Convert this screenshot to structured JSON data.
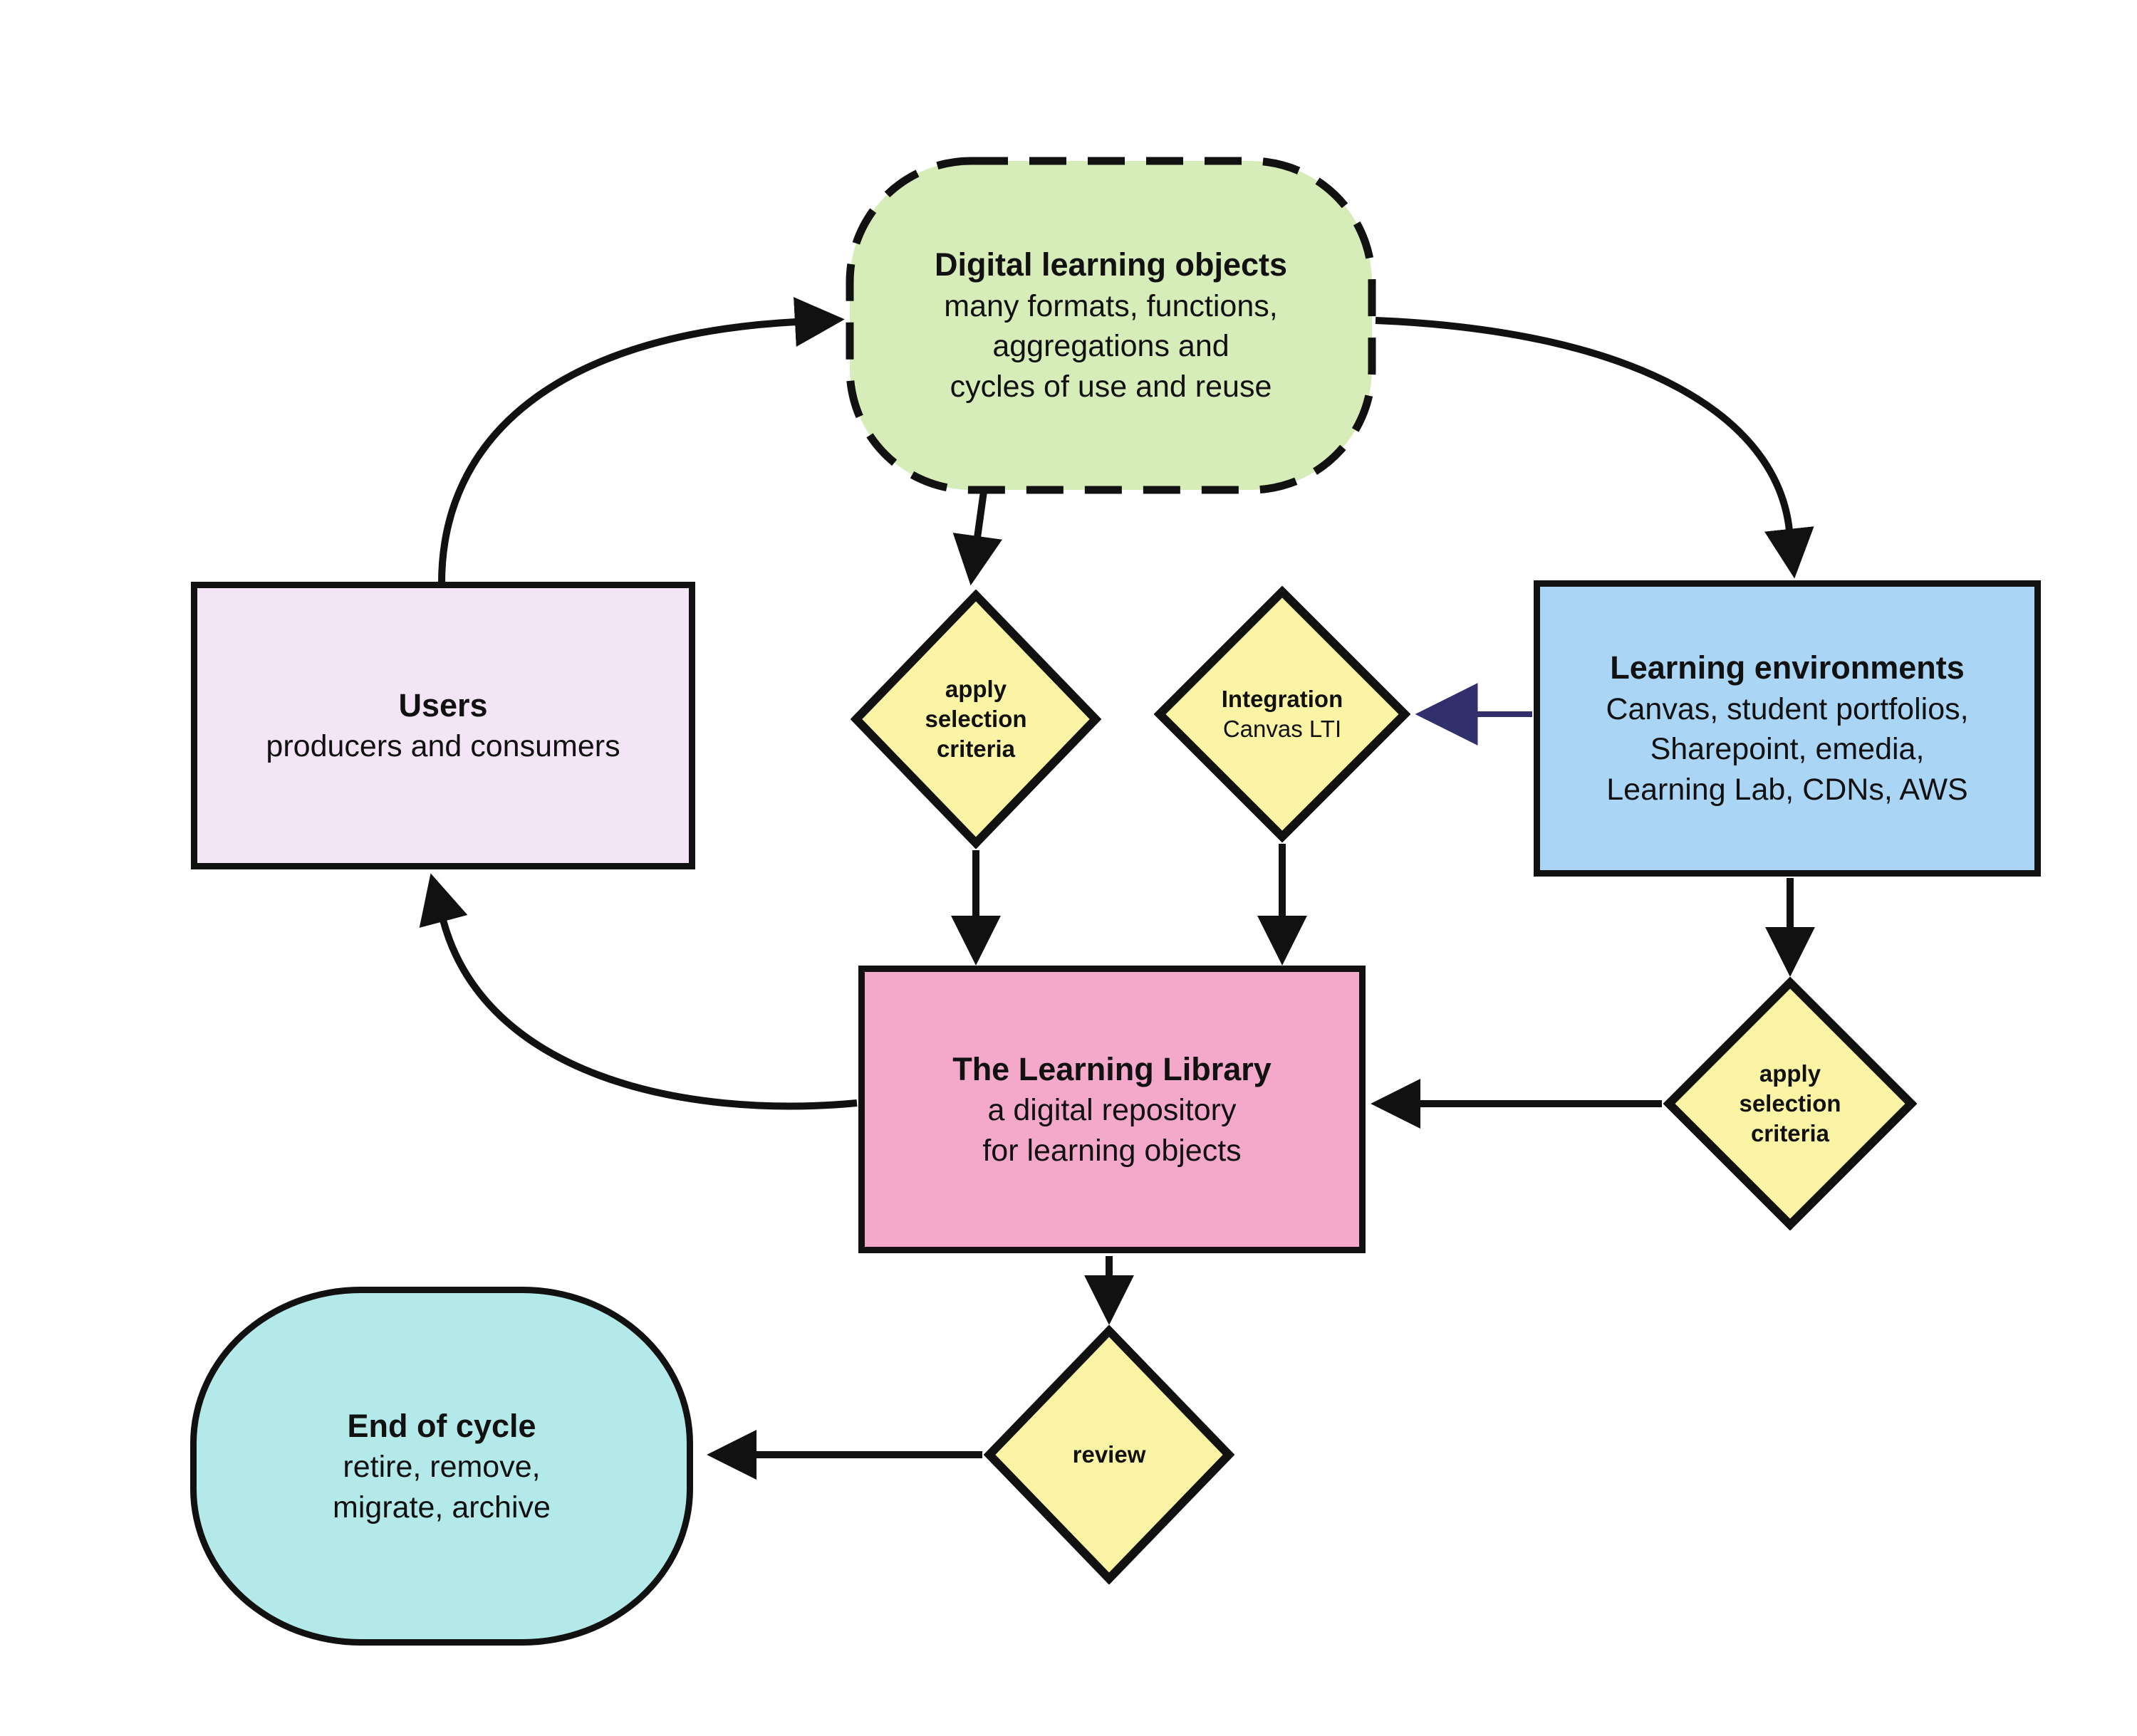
{
  "colors": {
    "background": "#ffffff",
    "outline": "#111111",
    "arrow": "#111111",
    "integration_arrow": "#31306d",
    "green_fill": "#d7edb9",
    "lavender_fill": "#f3e4f6",
    "blue_fill": "#aad5f4",
    "pink_fill": "#f5a9ca",
    "yellow_fill": "#faf4a4",
    "cyan_fill": "#b3eae9"
  },
  "nodes": {
    "digital_learning_objects": {
      "title": "Digital learning objects",
      "lines": [
        "many formats, functions,",
        "aggregations and",
        "cycles of use and reuse"
      ]
    },
    "users": {
      "title": "Users",
      "lines": [
        "producers and consumers"
      ]
    },
    "learning_environments": {
      "title": "Learning environments",
      "lines": [
        "Canvas, student portfolios,",
        "Sharepoint, emedia,",
        "Learning Lab, CDNs, AWS"
      ]
    },
    "learning_library": {
      "title": "The Learning Library",
      "lines": [
        "a digital repository",
        "for learning objects"
      ]
    },
    "end_of_cycle": {
      "title": "End of cycle",
      "lines": [
        "retire, remove,",
        "migrate, archive"
      ]
    },
    "apply_selection_criteria_top": {
      "lines": [
        "apply",
        "selection",
        "criteria"
      ]
    },
    "integration": {
      "title": "Integration",
      "lines": [
        "Canvas LTI"
      ]
    },
    "apply_selection_criteria_right": {
      "lines": [
        "apply",
        "selection",
        "criteria"
      ]
    },
    "review": {
      "lines": [
        "review"
      ]
    }
  }
}
